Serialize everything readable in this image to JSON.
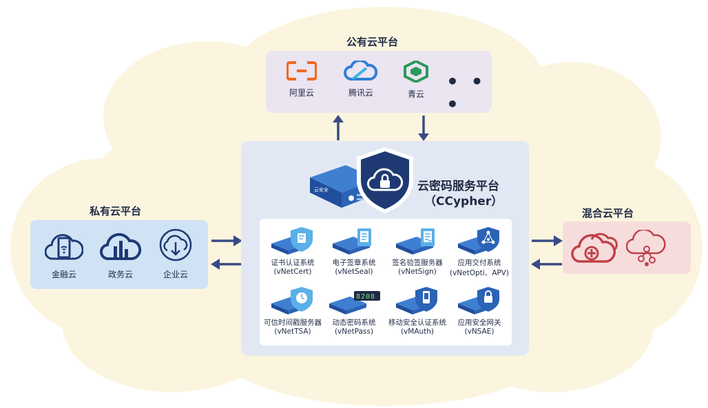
{
  "public_cloud": {
    "title": "公有云平台",
    "providers": [
      {
        "label": "阿里云",
        "icon": "aliyun-logo-icon"
      },
      {
        "label": "腾讯云",
        "icon": "tencent-cloud-logo-icon"
      },
      {
        "label": "青云",
        "icon": "qingcloud-logo-icon"
      }
    ],
    "more": "• • •"
  },
  "private_cloud": {
    "title": "私有云平台",
    "items": [
      {
        "label": "金融云",
        "icon": "mobile-cloud-icon"
      },
      {
        "label": "政务云",
        "icon": "chart-cloud-icon"
      },
      {
        "label": "企业云",
        "icon": "download-cloud-icon"
      }
    ]
  },
  "hybrid_cloud": {
    "title": "混合云平台",
    "icons": [
      "plus-cloud-icon",
      "network-cloud-icon"
    ]
  },
  "main": {
    "title": "云密码服务平台",
    "subtitle": "（CCypher）",
    "device_label": "云安全",
    "services": [
      {
        "name": "证书认证系统",
        "code": "(vNetCert)",
        "icon": "certificate-shield-icon"
      },
      {
        "name": "电子签章系统",
        "code": "(vNetSeal)",
        "icon": "seal-document-icon"
      },
      {
        "name": "签名验签服务器",
        "code": "(vNetSign)",
        "icon": "signature-document-icon"
      },
      {
        "name": "应用交付系统",
        "code": "(vNetOpti、APV)",
        "icon": "network-shield-icon"
      },
      {
        "name": "可信时间戳服务器",
        "code": "(vNetTSA)",
        "icon": "clock-shield-icon"
      },
      {
        "name": "动态密码系统",
        "code": "(vNetPass)",
        "icon": "otp-token-icon",
        "token": "8208"
      },
      {
        "name": "移动安全认证系统",
        "code": "(vMAuth)",
        "icon": "mobile-shield-icon"
      },
      {
        "name": "应用安全网关",
        "code": "(vNSAE)",
        "icon": "lock-shield-icon"
      }
    ]
  },
  "colors": {
    "navy": "#1f3a73",
    "arrow": "#3a4a86",
    "public_bg": "#ebe4f1",
    "private_bg": "#cfe3f5",
    "hybrid_bg": "#f7dcdc",
    "main_bg": "#e2e8f3",
    "aliyun_orange": "#f06a1d",
    "tencent_blue": "#2f7fd6",
    "qingcloud_green": "#2a9a5a",
    "hybrid_red": "#c0414a"
  }
}
